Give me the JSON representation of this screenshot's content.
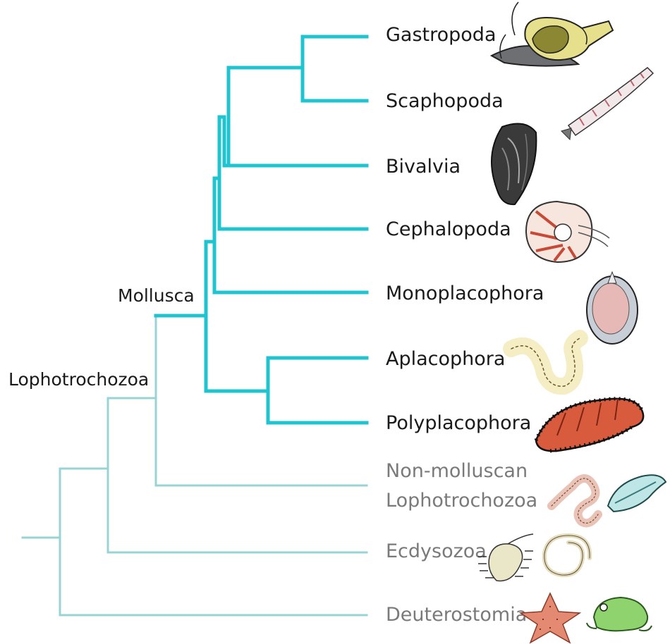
{
  "tree": {
    "node_labels": {
      "mollusca": "Mollusca",
      "lophotrochozoa": "Lophotrochozoa"
    },
    "taxa": {
      "gastropoda": "Gastropoda",
      "scaphopoda": "Scaphopoda",
      "bivalvia": "Bivalvia",
      "cephalopoda": "Cephalopoda",
      "monoplacophora": "Monoplacophora",
      "aplacophora": "Aplacophora",
      "polyplacophora": "Polyplacophora",
      "non_molluscan_line1": "Non-molluscan",
      "non_molluscan_line2": "Lophotrochozoa",
      "ecdysozoa": "Ecdysozoa",
      "deuterostomia": "Deuterostomia"
    },
    "colors": {
      "mollusca_branch": "#1ec4d0",
      "outgroup_branch": "#98d3d6",
      "mollusca_text": "#1a1a1a",
      "outgroup_text": "#7a7a7a"
    },
    "illustrations": [
      "snail-icon",
      "tusk-shell-icon",
      "mussel-icon",
      "nautilus-icon",
      "limpet-icon",
      "worm-icon",
      "chiton-icon",
      "earthworm-icon",
      "flatworm-icon",
      "centipede-icon",
      "nematode-icon",
      "starfish-icon",
      "frog-icon"
    ]
  }
}
